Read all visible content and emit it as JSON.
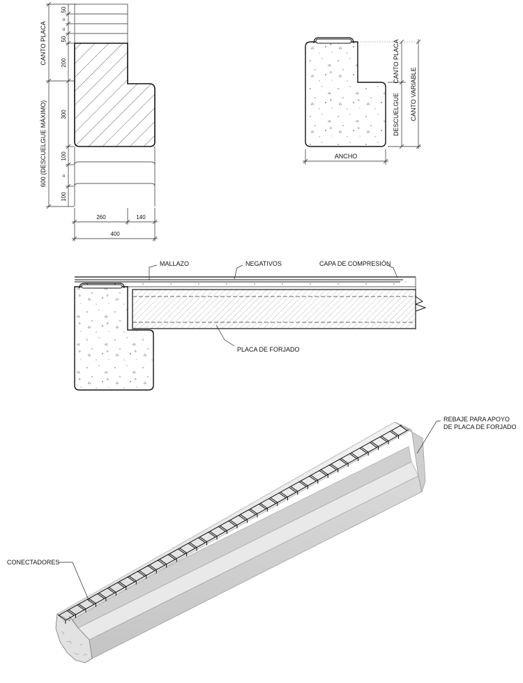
{
  "section_a": {
    "dim_vertical_left": "600 (DESCUELGUE MÁXIMO)",
    "dim_canto_placa": "CANTO PLACA",
    "dims_top": [
      "50",
      "=",
      "=",
      "50"
    ],
    "dim_200": "200",
    "dim_300": "300",
    "dim_100_top": "100",
    "dim_eq": "=",
    "dim_100_bottom": "100",
    "dim_260": "260",
    "dim_140": "140",
    "dim_400": "400"
  },
  "section_b": {
    "canto_placa": "CANTO PLACA",
    "descuelgue": "DESCUELGUE",
    "canto_variable": "CANTO VARIABLE",
    "ancho": "ANCHO"
  },
  "section_c": {
    "mallazo": "MALLAZO",
    "negativos": "NEGATIVOS",
    "capa_compresion": "CAPA DE COMPRESIÓN",
    "placa_forjado": "PLACA DE FORJADO"
  },
  "section_d": {
    "rebaje_line1": "REBAJE PARA APOYO",
    "rebaje_line2": "DE PLACA DE FORJADO",
    "conectadores": "CONECTADORES"
  }
}
